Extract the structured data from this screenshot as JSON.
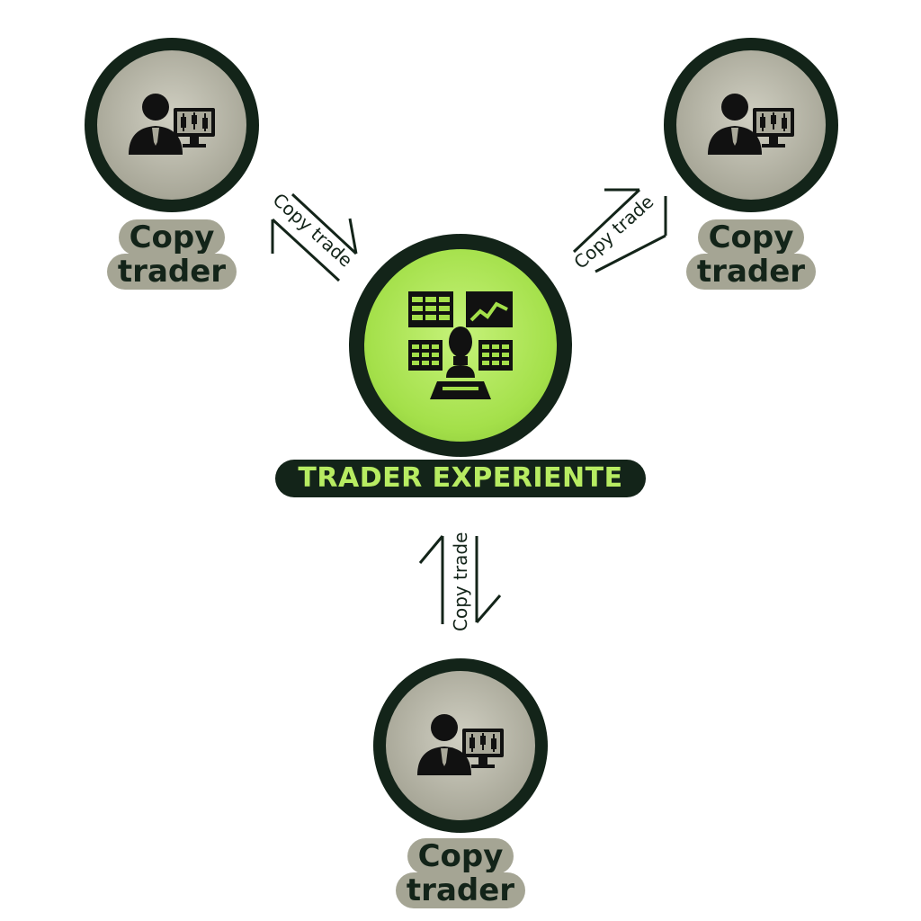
{
  "center": {
    "label": "TRADER EXPERIENTE",
    "icon": "trader-dashboard-icon"
  },
  "copy_traders": [
    {
      "line1": "Copy",
      "line2": "trader",
      "icon": "trader-computer-icon"
    },
    {
      "line1": "Copy",
      "line2": "trader",
      "icon": "trader-computer-icon"
    },
    {
      "line1": "Copy",
      "line2": "trader",
      "icon": "trader-computer-icon"
    }
  ],
  "connections": [
    {
      "label": "Copy trade"
    },
    {
      "label": "Copy trade"
    },
    {
      "label": "Copy trade"
    }
  ],
  "colors": {
    "dark": "#132419",
    "accent_green": "#a4e04a",
    "label_green": "#b7ec62",
    "grey": "#a5a594"
  }
}
